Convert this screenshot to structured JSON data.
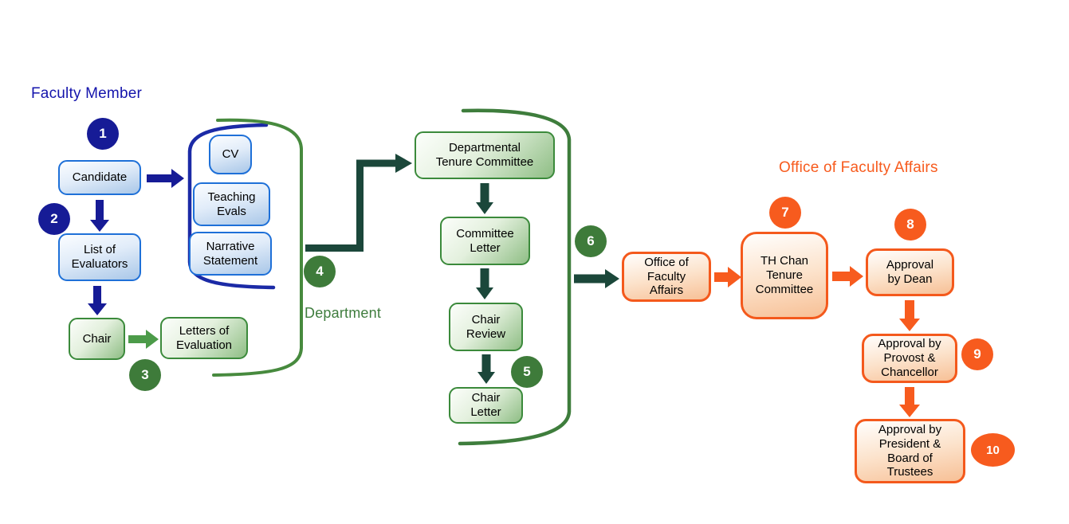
{
  "colors": {
    "navy": "#161B96",
    "navy_text": "#1414AC",
    "blue_border": "#1E70D8",
    "blue_bracket": "#1B2AA6",
    "green": "#3E7B3A",
    "green_text": "#3F7D3E",
    "green_border": "#3B8A3B",
    "green_arrow": "#4C9B49",
    "green_bracket_left": "#478A3E",
    "green_bracket_mid": "#3E7D3C",
    "teal_arrow": "#1B473A",
    "orange": "#F75B1E",
    "orange_border": "#F4591C"
  },
  "titles": {
    "faculty_member": "Faculty Member",
    "department": "Department",
    "office_of_faculty_affairs": "Office of Faculty Affairs"
  },
  "steps": [
    "1",
    "2",
    "3",
    "4",
    "5",
    "6",
    "7",
    "8",
    "9",
    "10"
  ],
  "boxes": {
    "candidate": "Candidate",
    "list_of_evaluators": "List of\nEvaluators",
    "cv": "CV",
    "teaching_evals": "Teaching\nEvals",
    "narrative_statement": "Narrative\nStatement",
    "chair": "Chair",
    "letters_of_evaluation": "Letters of\nEvaluation",
    "departmental_tenure_committee": "Departmental\nTenure Committee",
    "committee_letter": "Committee\nLetter",
    "chair_review": "Chair\nReview",
    "chair_letter": "Chair\nLetter",
    "office_of_faculty_affairs": "Office of\nFaculty\nAffairs",
    "th_chan_tenure_committee": "TH Chan\nTenure\nCommittee",
    "approval_by_dean": "Approval\nby Dean",
    "approval_by_provost_chancellor": "Approval by\nProvost &\nChancellor",
    "approval_by_president_board": "Approval by\nPresident &\nBoard of\nTrustees"
  }
}
